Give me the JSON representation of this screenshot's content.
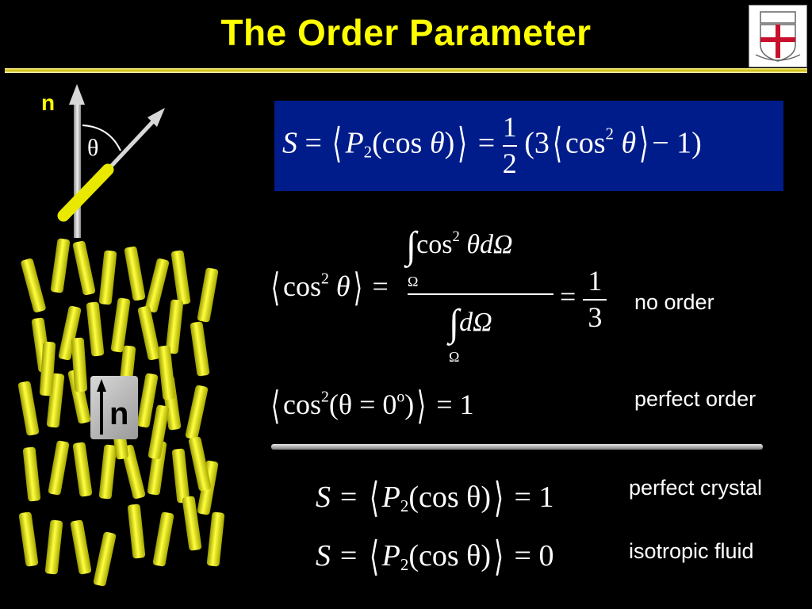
{
  "slide": {
    "title": "The Order Parameter",
    "colors": {
      "title": "#ffff00",
      "rods": "#e8e800",
      "equation_box": "#001c8a"
    }
  },
  "diagram": {
    "director_label": "n",
    "angle_label": "θ",
    "director_box_label": "n"
  },
  "equations": {
    "main": {
      "lhs": "S",
      "equals": "=",
      "p": "P",
      "p_sub": "2",
      "arg": "(cos",
      "theta": "θ",
      "close": ")",
      "eq2": "=",
      "frac_num": "1",
      "frac_den": "2",
      "paren_open": "(3",
      "cos": "cos",
      "cos_sup": "2",
      "theta2": "θ",
      "minus_one": "− 1)"
    },
    "average": {
      "cos": "cos",
      "sup": "2",
      "theta": "θ",
      "equals": "=",
      "int_num": "cos",
      "int_num_sup": "2",
      "int_num_tail": "θdΩ",
      "int_limit": "Ω",
      "int_den": "dΩ",
      "int_den_limit": "Ω",
      "equals2": "=",
      "result_num": "1",
      "result_den": "3"
    },
    "perfect": {
      "cos": "cos",
      "sup": "2",
      "arg": "(θ = 0",
      "deg": "o",
      "close": ")",
      "eq": "= 1"
    },
    "crystal": {
      "lhs": "S = ",
      "p": "P",
      "sub": "2",
      "arg": "(cos θ)",
      "rhs": "= 1"
    },
    "fluid": {
      "lhs": "S = ",
      "p": "P",
      "sub": "2",
      "arg": "(cos θ)",
      "rhs": "= 0"
    }
  },
  "labels": {
    "no_order": "no order",
    "perfect_order": "perfect order",
    "perfect_crystal": "perfect crystal",
    "isotropic_fluid": "isotropic fluid"
  }
}
